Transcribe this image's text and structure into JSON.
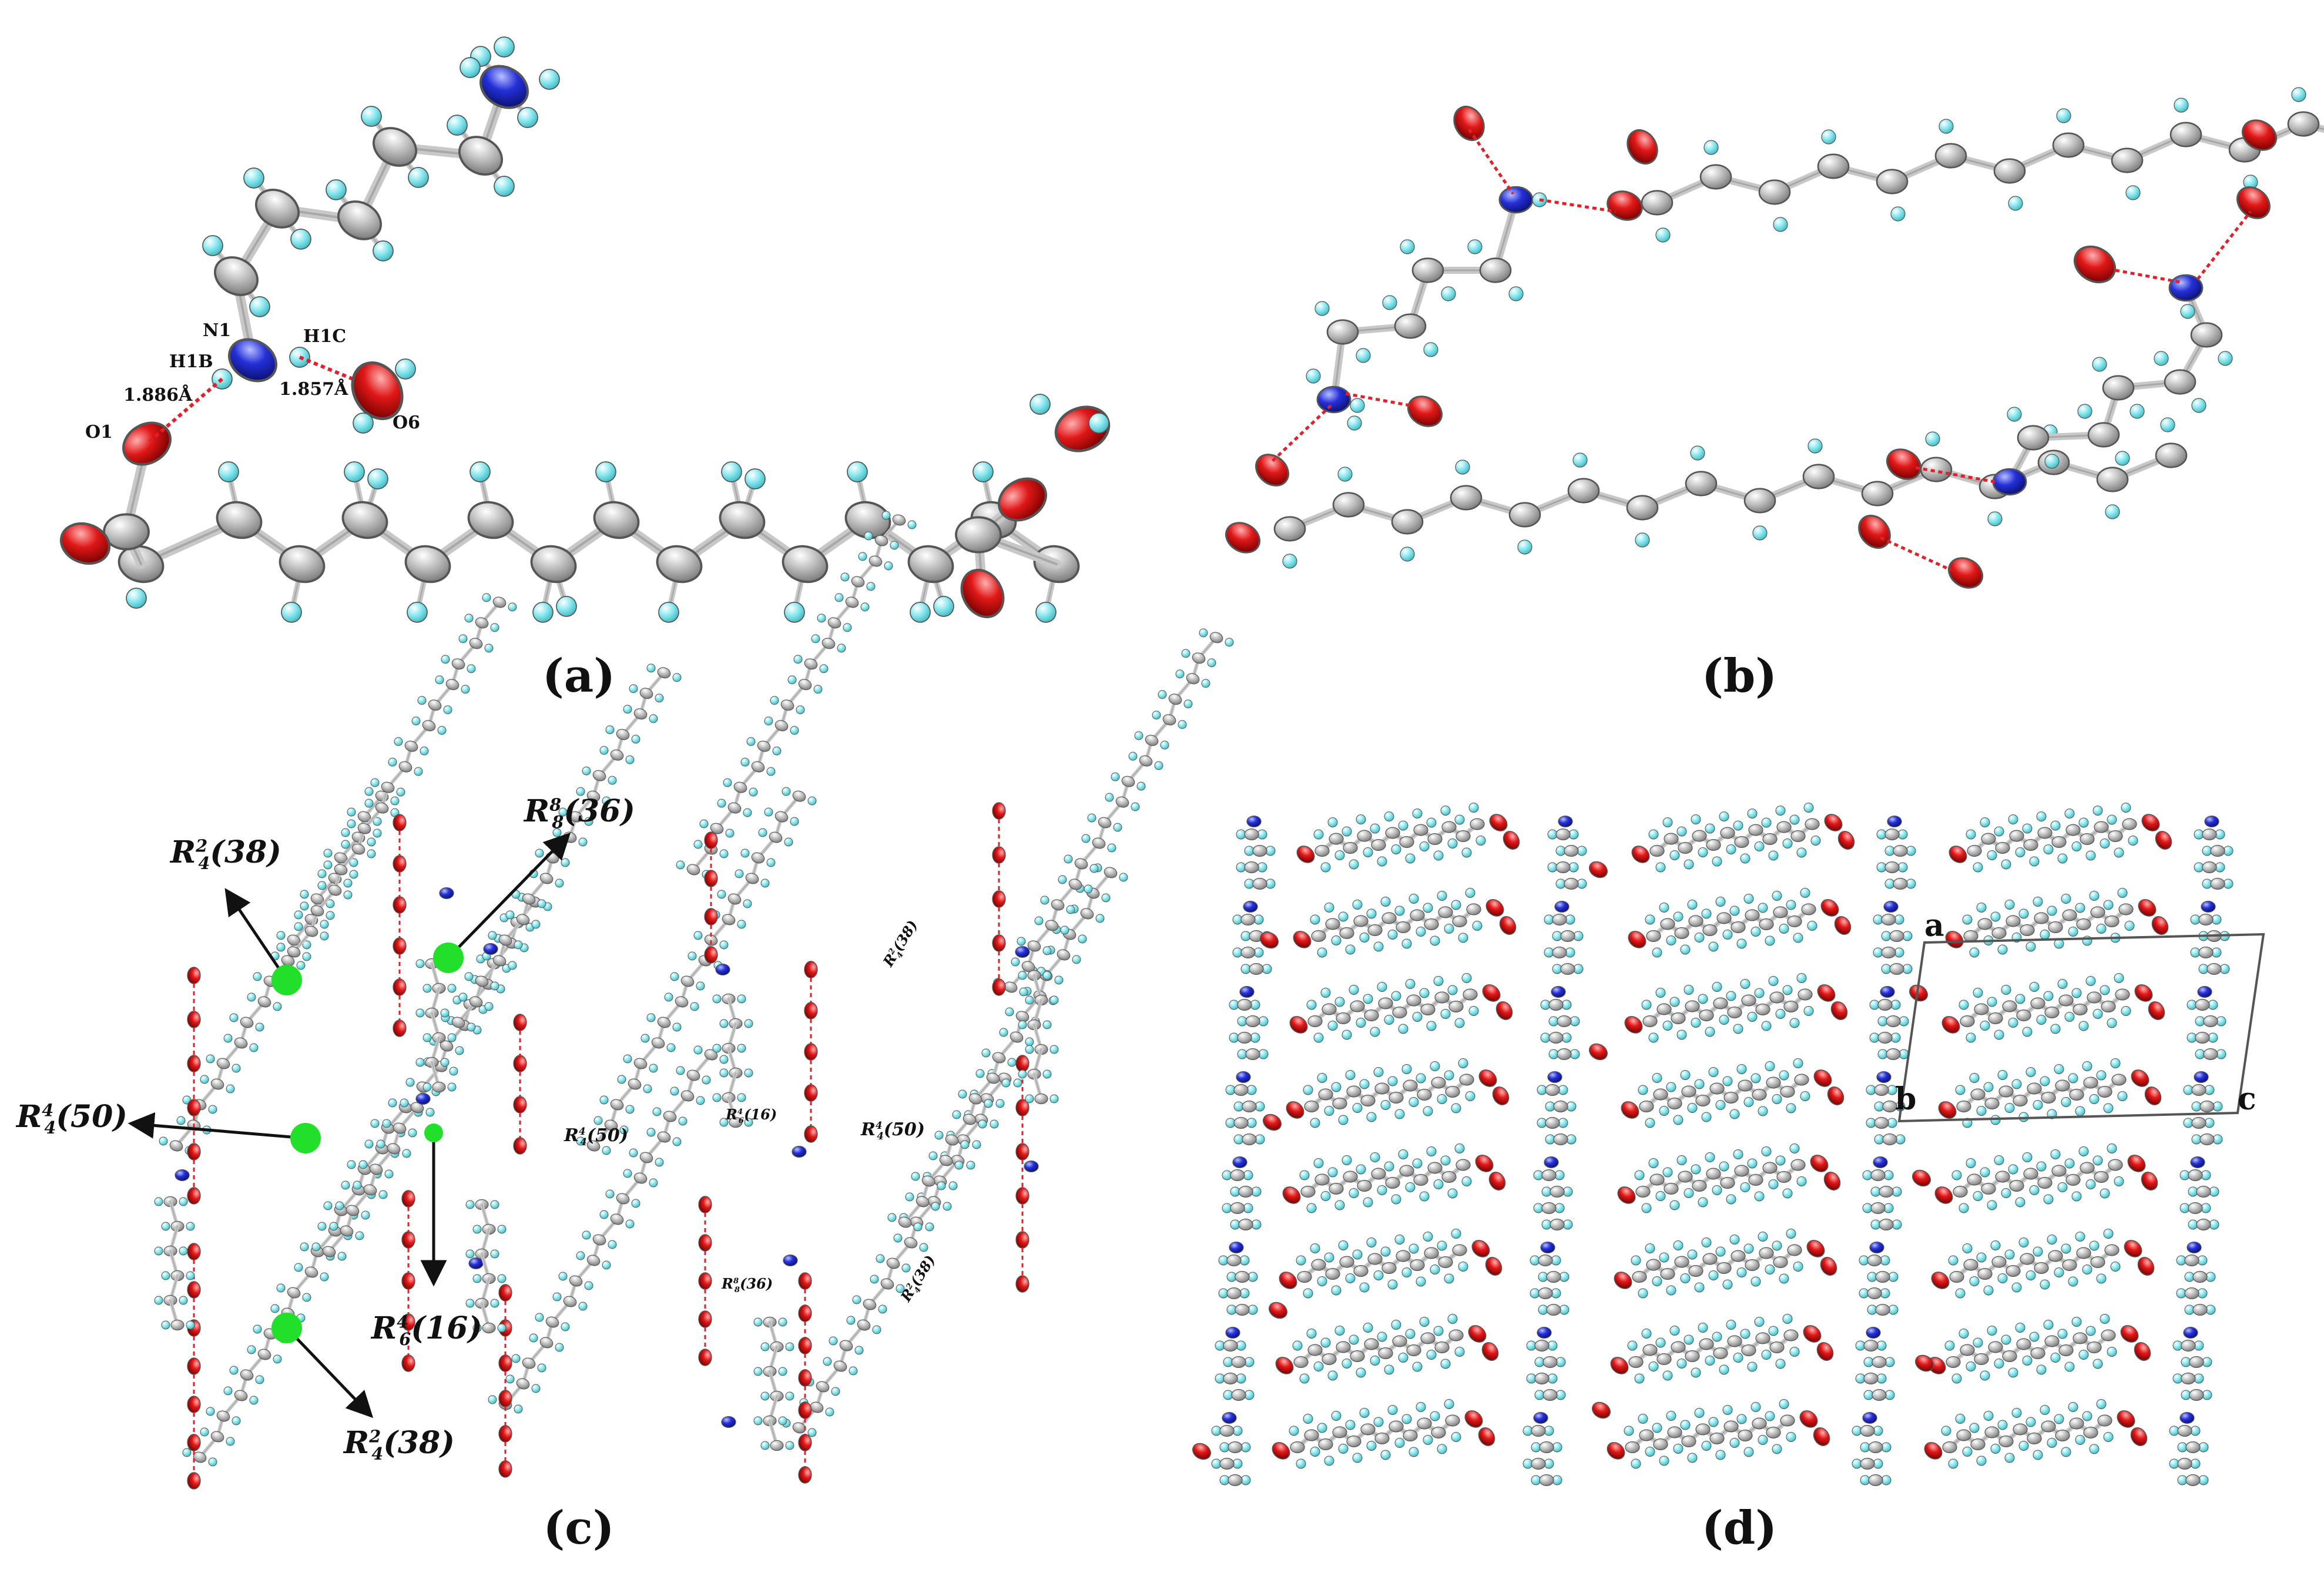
{
  "panels": {
    "a": {
      "label": "(a)"
    },
    "b": {
      "label": "(b)"
    },
    "c": {
      "label": "(c)"
    },
    "d": {
      "label": "(d)"
    }
  },
  "panel_a_labels": {
    "n1": "N1",
    "h1b": "H1B",
    "h1c": "H1C",
    "o1": "O1",
    "o6": "O6",
    "dist_left": "1.886Å",
    "dist_right": "1.857Å"
  },
  "panel_c_labels": {
    "r4_2_38": {
      "main": "R",
      "sub": "4",
      "sup": "2",
      "tail": "(38)"
    },
    "r8_8_36": {
      "main": "R",
      "sub": "8",
      "sup": "8",
      "tail": "(36)"
    },
    "r4_4_50": {
      "main": "R",
      "sub": "4",
      "sup": "4",
      "tail": "(50)"
    },
    "r6_4_16": {
      "main": "R",
      "sub": "6",
      "sup": "4",
      "tail": "(16)"
    }
  },
  "panel_d_axes": {
    "a": "a",
    "b": "b",
    "c": "c"
  },
  "colors": {
    "carbon": "#b4b4b4",
    "hydrogen": "#7fe3ea",
    "oxygen": "#e01818",
    "nitrogen": "#2530d8",
    "bond": "#c8c8c8",
    "hbond": "#e0202a",
    "ring_marker": "#22e02a"
  }
}
